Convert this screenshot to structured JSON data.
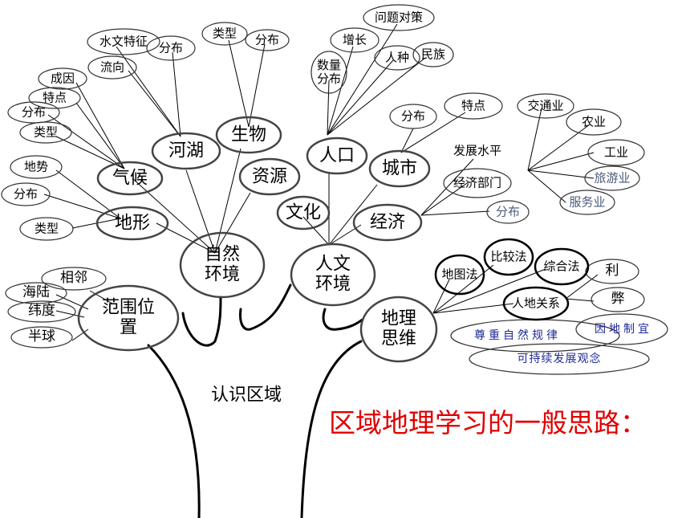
{
  "title": "区域地理学习的一般思路：",
  "trunk_label": "认识区域",
  "branches": {
    "fanwei": "范围位置",
    "ziran": "自然环境",
    "renwen": "人文环境",
    "siwei": "地理思维"
  },
  "fanwei_items": [
    "相邻",
    "海陆",
    "纬度",
    "半球"
  ],
  "ziran_items": {
    "dixing": "地形",
    "qihou": "气候",
    "hehu": "河湖",
    "shengwu": "生物",
    "ziyuan": "资源"
  },
  "dixing_items": [
    "地势",
    "分布",
    "类型"
  ],
  "qihou_items": [
    "成因",
    "特点",
    "分布",
    "类型"
  ],
  "hehu_items": [
    "水文特征",
    "流向",
    "分布"
  ],
  "shengwu_items": [
    "类型",
    "分布"
  ],
  "renwen_items": {
    "wenhua": "文化",
    "renkou": "人口",
    "chengshi": "城市",
    "jingji": "经济"
  },
  "renkou_items": [
    "问题对策",
    "增长",
    "数量分布",
    "人种",
    "民族"
  ],
  "chengshi_items": [
    "分布",
    "特点"
  ],
  "jingji_items": [
    "发展水平",
    "经济部门",
    "分布"
  ],
  "bumen_items": [
    "交通业",
    "农业",
    "工业",
    "旅游业",
    "服务业"
  ],
  "siwei_items": [
    "地图法",
    "比较法",
    "综合法",
    "人地关系"
  ],
  "renji_items": [
    "利",
    "弊"
  ],
  "concepts": [
    "尊重自然规律",
    "因地制宜",
    "可持续发展观念"
  ]
}
